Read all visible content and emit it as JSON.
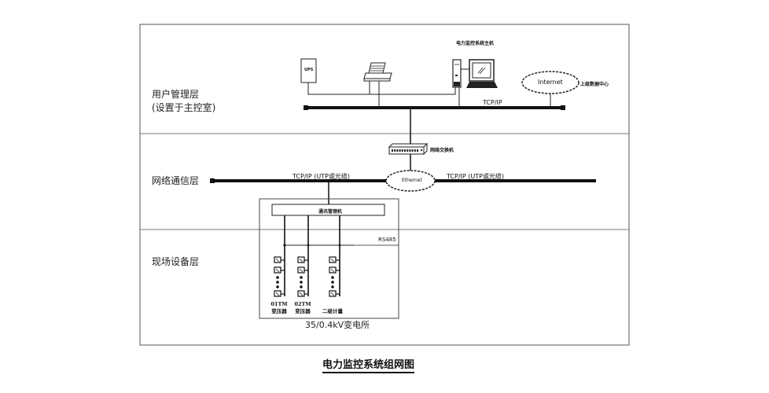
{
  "layers": [
    {
      "name": "用户管理层",
      "subtitle": "(设置于主控室)"
    },
    {
      "name": "网络通信层"
    },
    {
      "name": "现场设备层"
    }
  ],
  "user_layer": {
    "ups_label": "UPS",
    "host_label": "电力监控系统主机",
    "internet_label": "Internet",
    "upper_center_label": "上级数据中心",
    "bus_label": "TCP/IP"
  },
  "network_layer": {
    "switch_label": "网络交换机",
    "ethernet_label": "Ethernet",
    "left_bus_label": "TCP/IP (UTP或光缆)",
    "right_bus_label": "TCP/IP (UTP或光缆)"
  },
  "field_layer": {
    "comm_manager_label": "通讯管理机",
    "rs485_label": "RS485",
    "groups": [
      {
        "line1": "01TM",
        "line2": "变压器"
      },
      {
        "line1": "02TM",
        "line2": "变压器"
      },
      {
        "line1": "",
        "line2": "二级计量"
      }
    ],
    "station_label": "35/0.4kV变电所"
  },
  "caption": "电力监控系统组网图"
}
